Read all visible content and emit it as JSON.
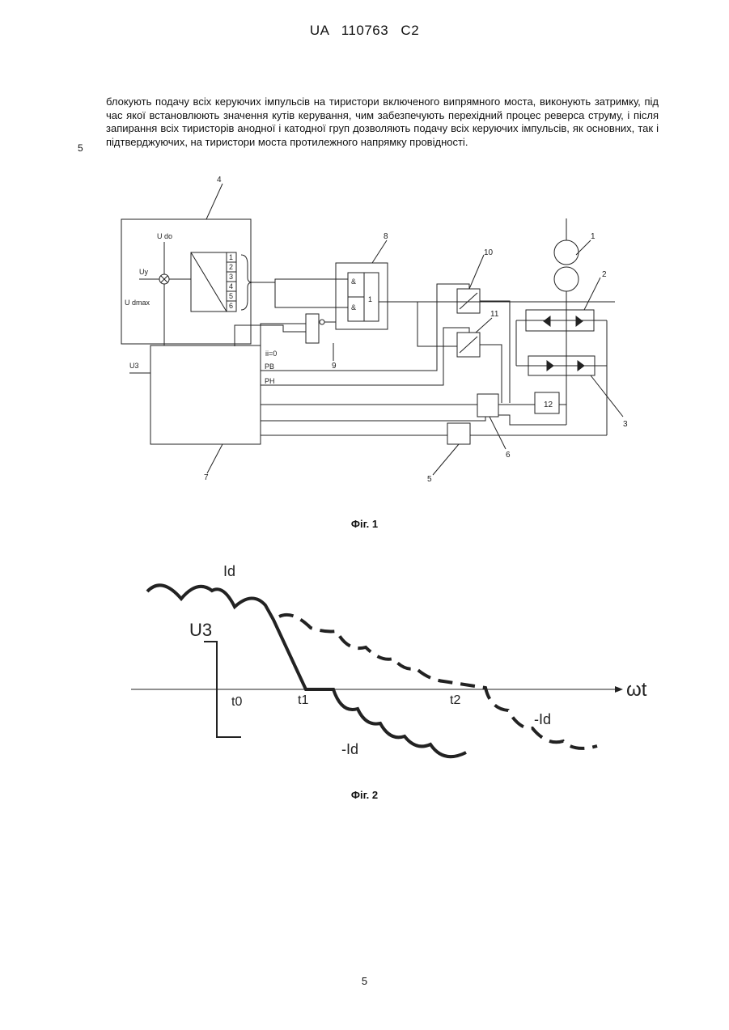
{
  "header": {
    "text": "UA 110763 C2"
  },
  "paragraph": {
    "text": "блокують подачу всіх керуючих імпульсів на тиристори включеного випрямного моста, виконують затримку, під час якої встановлюють значення кутів керування, чим забезпечують перехідний процес реверса струму, і після запирання всіх тиристорів анодної і катодної груп дозволяють подачу всіх керуючих імпульсів, як основних, так і підтверджуючих, на тиристори моста протилежного напрямку провідності.",
    "line_number": "5"
  },
  "figure1": {
    "caption": "Фіг. 1",
    "labels": {
      "udo": "U dо",
      "uy": "Uy",
      "udmax": "U dmax",
      "u3": "U3",
      "ii0": "ii=0",
      "pb": "PB",
      "ph": "PH",
      "and1": "&",
      "and2": "&",
      "or1": "1",
      "ports": [
        "1",
        "2",
        "3",
        "4",
        "5",
        "6"
      ]
    },
    "callouts": [
      "1",
      "2",
      "3",
      "4",
      "5",
      "6",
      "7",
      "8",
      "9",
      "10",
      "11",
      "12"
    ]
  },
  "figure2": {
    "caption": "Фіг. 2",
    "labels": {
      "id": "Id",
      "u3": "U3",
      "t0": "t0",
      "t1": "t1",
      "t2": "t2",
      "wt": "ωt",
      "neg_id_1": "-Id",
      "neg_id_2": "-Id"
    }
  },
  "footer": {
    "page_number": "5"
  }
}
